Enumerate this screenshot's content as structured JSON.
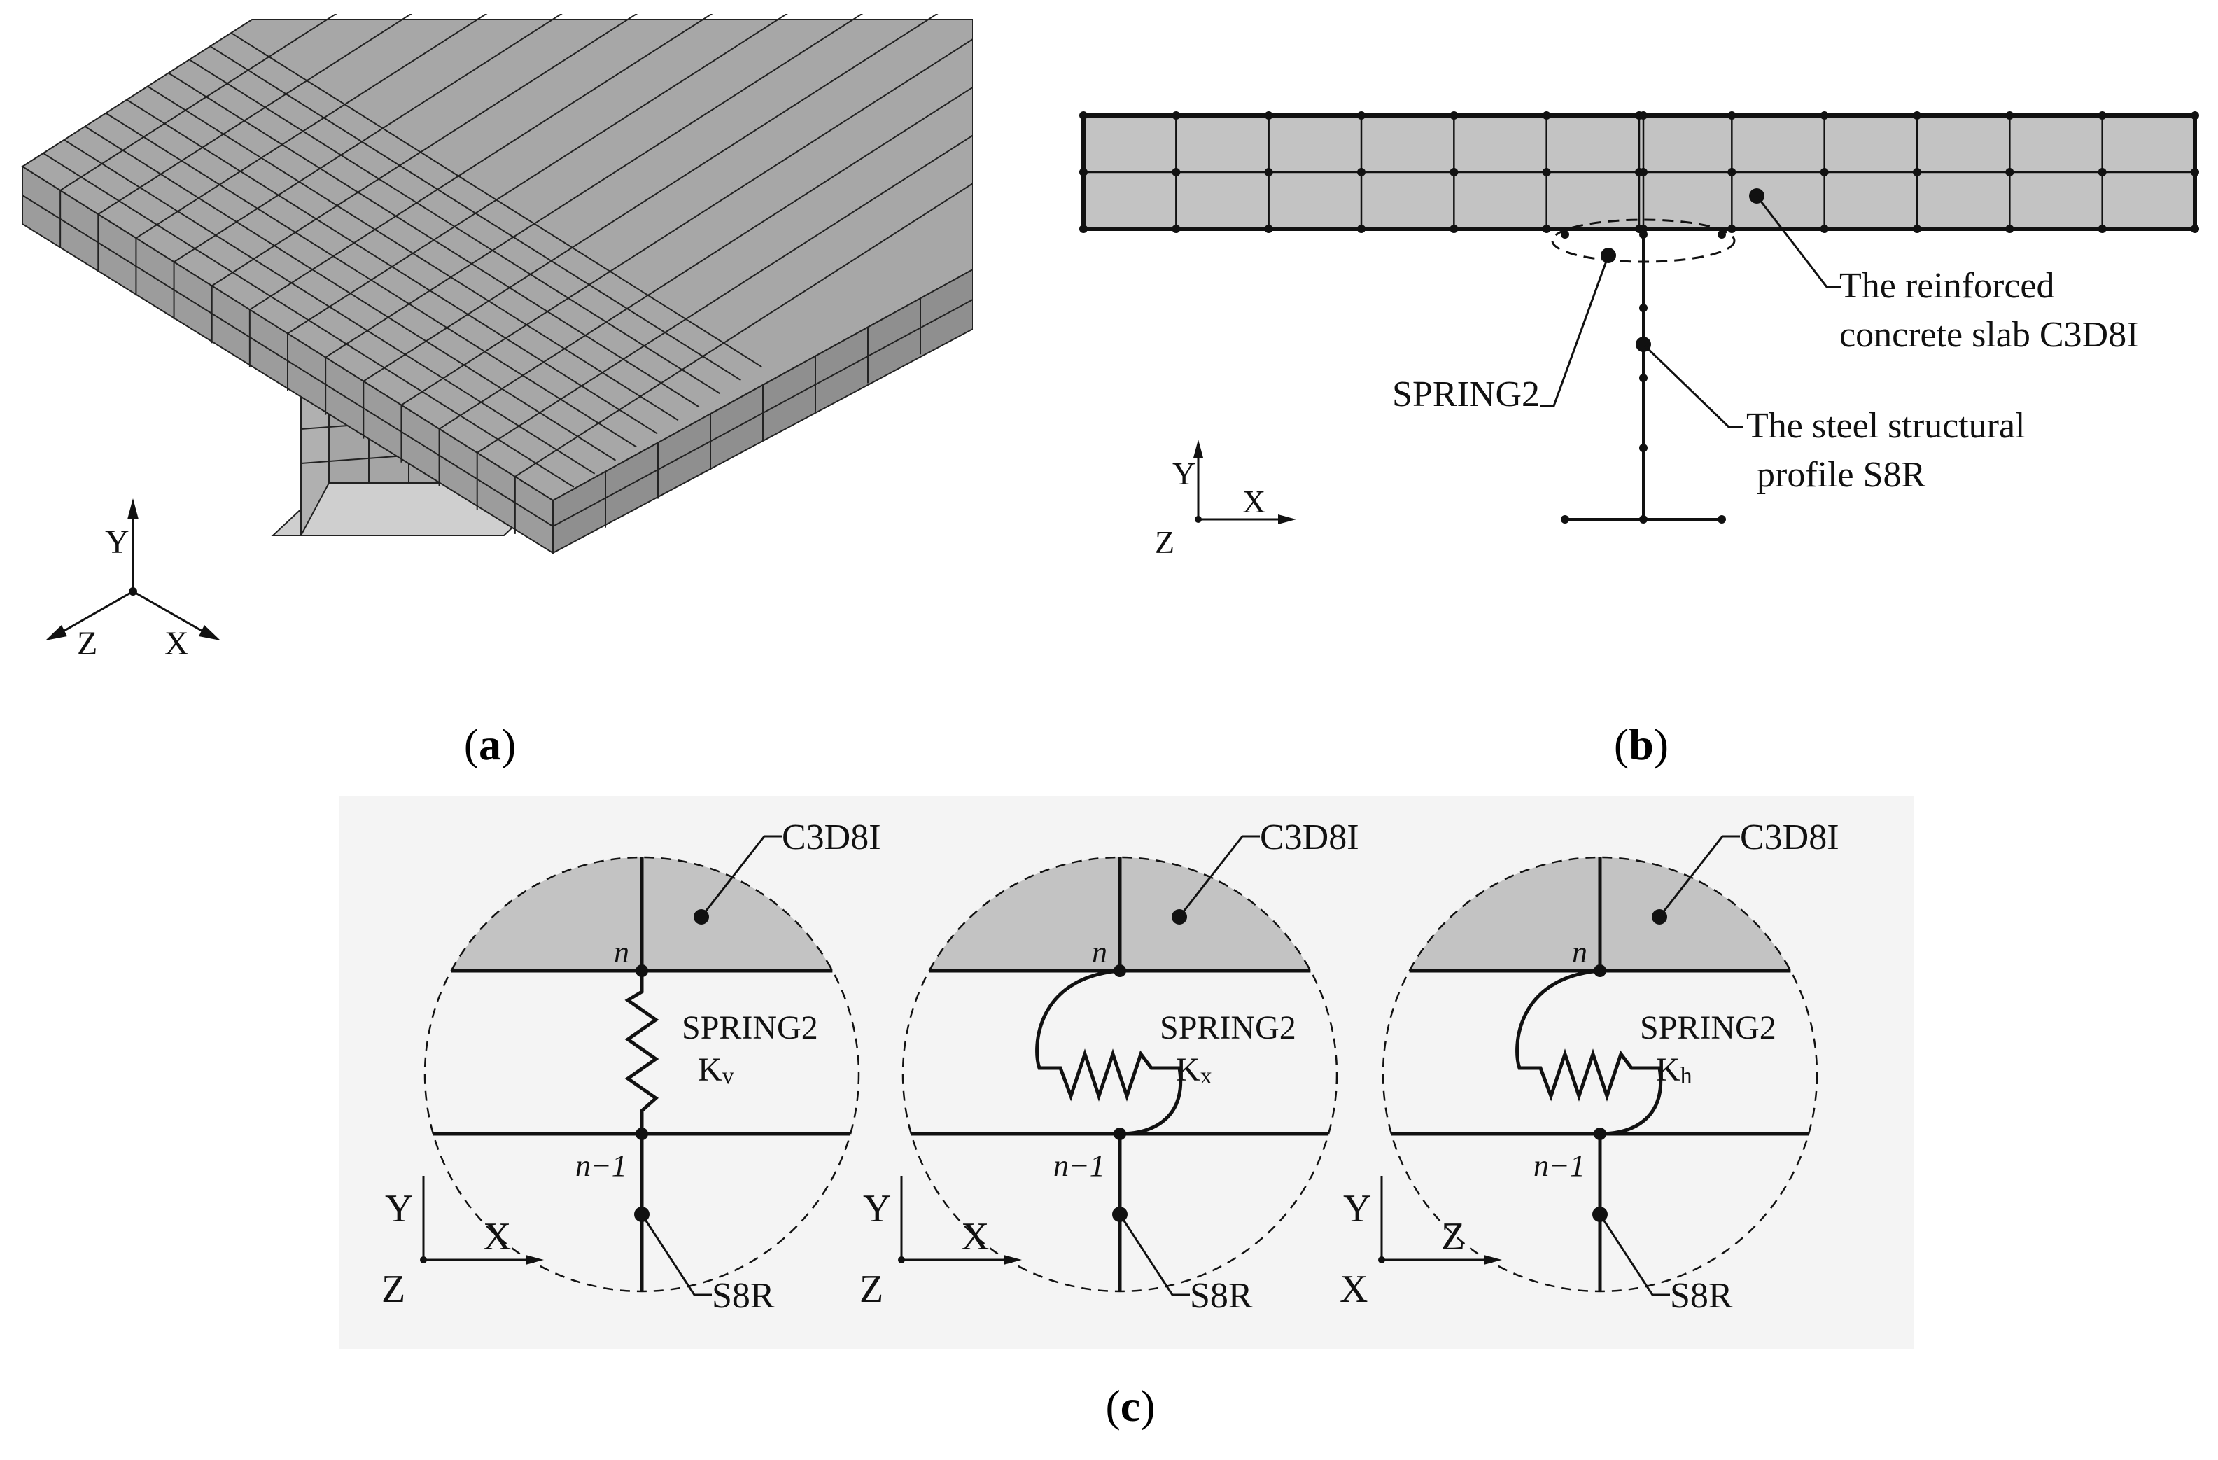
{
  "panel_a": {
    "caption": "a",
    "axes": {
      "y": "Y",
      "z": "Z",
      "x": "X"
    }
  },
  "panel_b": {
    "caption": "b",
    "labels": {
      "slab_line1": "The reinforced",
      "slab_line2": "concrete slab C3D8I",
      "spring": "SPRING2",
      "profile_line1": "The steel structural",
      "profile_line2": "profile S8R"
    },
    "axes": {
      "y": "Y",
      "x": "X",
      "z": "Z"
    }
  },
  "panel_c": {
    "caption": "c",
    "details": [
      {
        "element_top": "C3D8I",
        "node_top": "n",
        "node_bottom": "n−1",
        "spring": "SPRING2",
        "stiffness_base": "K",
        "stiffness_sub": "v",
        "element_bottom": "S8R",
        "axis_y": "Y",
        "axis_h": "X",
        "axis_out": "Z",
        "kind": "vertical"
      },
      {
        "element_top": "C3D8I",
        "node_top": "n",
        "node_bottom": "n−1",
        "spring": "SPRING2",
        "stiffness_base": "K",
        "stiffness_sub": "x",
        "element_bottom": "S8R",
        "axis_y": "Y",
        "axis_h": "X",
        "axis_out": "Z",
        "kind": "horizontal"
      },
      {
        "element_top": "C3D8I",
        "node_top": "n",
        "node_bottom": "n−1",
        "spring": "SPRING2",
        "stiffness_base": "K",
        "stiffness_sub": "h",
        "element_bottom": "S8R",
        "axis_y": "Y",
        "axis_h": "Z",
        "axis_out": "X",
        "kind": "horizontal"
      }
    ]
  },
  "colors": {
    "slab_fill": "#c3c3c3",
    "mesh_fill": "#a7a7a7",
    "panel_c_bg": "#f4f4f4",
    "line": "#111111"
  }
}
